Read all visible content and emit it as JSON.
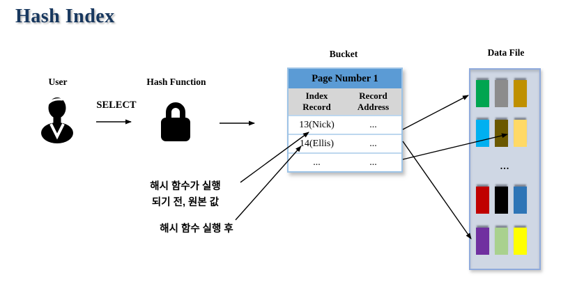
{
  "slide": {
    "title": "Hash Index"
  },
  "flow": {
    "user_label": "User",
    "user_icon": "user-icon",
    "select_label": "SELECT",
    "hash_function_label": "Hash Function",
    "hash_function_icon": "lock-icon"
  },
  "bucket": {
    "title": "Bucket",
    "page_header": "Page Number 1",
    "columns": [
      "Index Record",
      "Record Address"
    ],
    "rows": [
      {
        "index_record": "13(Nick)",
        "record_address": "..."
      },
      {
        "index_record": "14(Ellis)",
        "record_address": "..."
      },
      {
        "index_record": "...",
        "record_address": "..."
      }
    ]
  },
  "data_file": {
    "title": "Data File",
    "ellipsis": "...",
    "block_rows": [
      [
        "#00A550",
        "#8C8C8C",
        "#BF9000"
      ],
      [
        "#00B0F0",
        "#6B5800",
        "#FFD966"
      ],
      [
        "#C00000",
        "#000000",
        "#2E75B6"
      ],
      [
        "#7030A0",
        "#A9D18E",
        "#FFFF00"
      ]
    ]
  },
  "annotations": {
    "before_hash_line1": "해시 함수가 실행",
    "before_hash_line2": "되기 전, 원본 값",
    "after_hash": "해시 함수 실행 후"
  },
  "colors": {
    "title_text": "#17375E",
    "bucket_header_bg": "#5B9BD5",
    "bucket_subheader_bg": "#D6D6D6",
    "bucket_border": "#9DC3E6",
    "row_divider": "#BDD7EE",
    "panel_bg": "#CFD7E4",
    "panel_border": "#8FAADC",
    "arrow": "#000000"
  }
}
